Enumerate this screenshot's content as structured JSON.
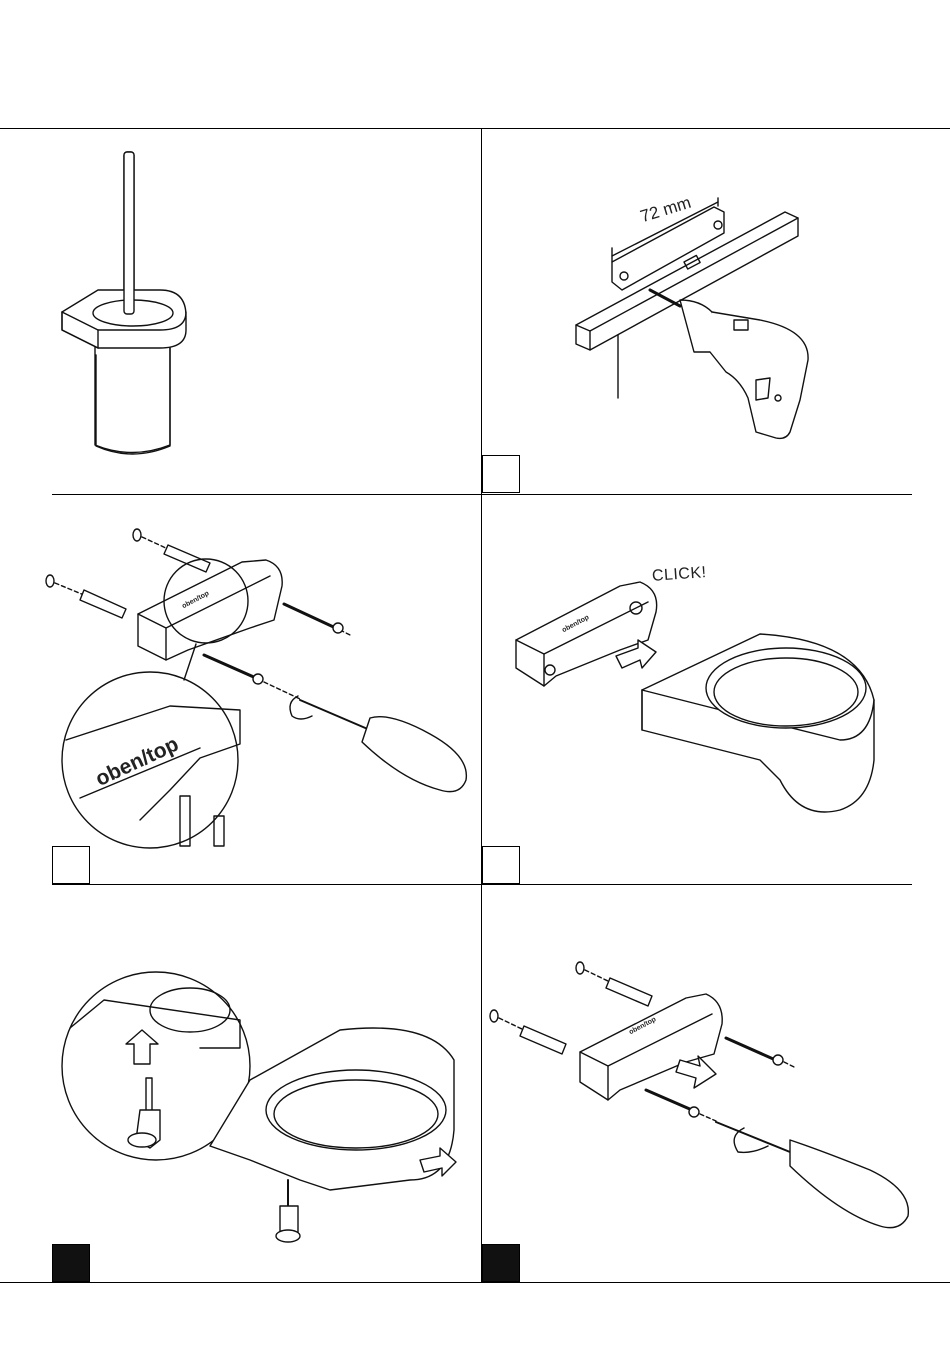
{
  "labels": {
    "drill_distance": "72 mm",
    "click": "CLICK!",
    "top_marking": "oben/top"
  },
  "steps": [
    {
      "panel": "brush-holder-overview"
    },
    {
      "panel": "drill-holes",
      "marker": "outline"
    },
    {
      "panel": "mount-bracket",
      "marker": "outline"
    },
    {
      "panel": "click-holder",
      "marker": "outline"
    },
    {
      "panel": "release-pin",
      "marker": "filled"
    },
    {
      "panel": "remove-bracket",
      "marker": "filled"
    }
  ]
}
